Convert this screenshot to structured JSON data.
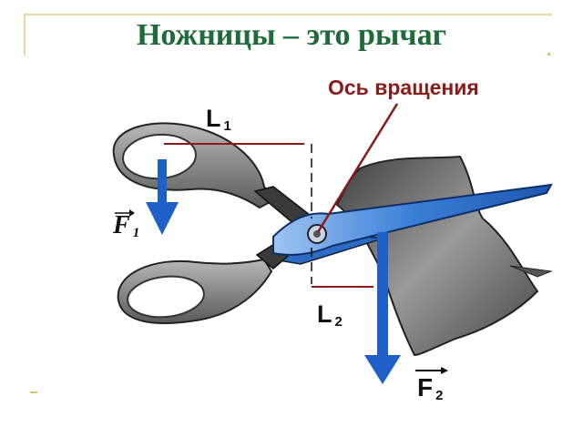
{
  "title": "Ножницы – это рычаг",
  "labels": {
    "rotation_axis": "Ось вращения",
    "l1": {
      "main": "L",
      "sub": "1"
    },
    "l2": {
      "main": "L",
      "sub": "2"
    },
    "f1": {
      "main": "F",
      "sub": "1"
    },
    "f2": {
      "main": "F",
      "sub": "2"
    }
  },
  "colors": {
    "title": "#1e6b3a",
    "axis_label": "#8b1a1a",
    "arrow": "#1f5fc8",
    "blade": "#3a7fd8",
    "handle": "#8a8a8a",
    "paper": "#6d6d6d"
  }
}
